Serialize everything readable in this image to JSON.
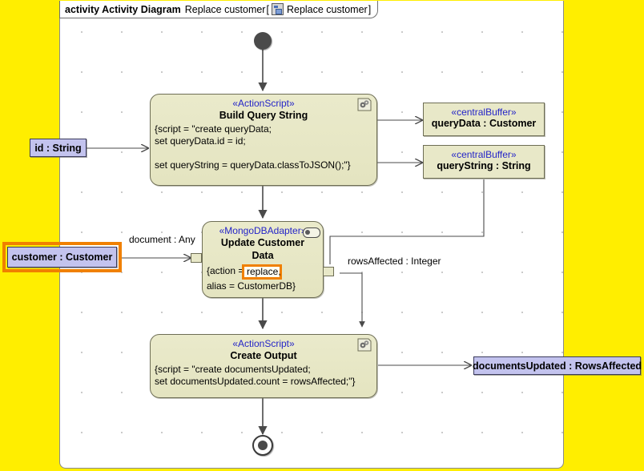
{
  "diagram": {
    "frame_label_keyword": "activity Activity Diagram",
    "frame_label_name": "Replace customer",
    "frame_label_open": "[",
    "frame_label_ref": "Replace customer",
    "frame_label_close": "]",
    "frame_icon": "activity-diagram-icon"
  },
  "colors": {
    "canvas": "#ffee00",
    "frame_bg": "#ffffff",
    "node_fill": "#e8e8c8",
    "node_border": "#6e6e55",
    "object_fill": "#c3c3ee",
    "object_border": "#3b3b5c",
    "stereotype_text": "#2424c8",
    "selection": "#f08000",
    "edge": "#4a4a4a"
  },
  "nodes": {
    "initial": {
      "name": "initial-node"
    },
    "final": {
      "name": "activity-final-node"
    },
    "build_query_string": {
      "stereotype": "«ActionScript»",
      "name": "Build Query String",
      "body": "{script = \"create queryData;\nset queryData.id = id;\n\nset queryString = queryData.classToJSON();\"}",
      "icon": "script-cogs-icon"
    },
    "update_customer_data": {
      "stereotype": "«MongoDBAdapter»",
      "name_line1": "Update Customer",
      "name_line2": "Data",
      "body_prefix": "{action = ",
      "body_highlight": "replace,",
      "body_suffix": "alias = CustomerDB}",
      "icon": "port-pill-icon"
    },
    "create_output": {
      "stereotype": "«ActionScript»",
      "name": "Create Output",
      "body": "{script = \"create documentsUpdated;\nset documentsUpdated.count = rowsAffected;\"}",
      "icon": "script-cogs-icon"
    },
    "buffer_query_data": {
      "stereotype": "«centralBuffer»",
      "name": "queryData : Customer"
    },
    "buffer_query_string": {
      "stereotype": "«centralBuffer»",
      "name": "queryString : String"
    }
  },
  "parameters": {
    "id_param": {
      "label": "id : String",
      "selected": false
    },
    "customer_param": {
      "label": "customer : Customer",
      "selected": true
    },
    "documents_updated_param": {
      "label": "documentsUpdated : RowsAffected",
      "selected": false
    }
  },
  "edge_labels": {
    "document_any": "document : Any",
    "rows_affected_integer": "rowsAffected : Integer"
  }
}
